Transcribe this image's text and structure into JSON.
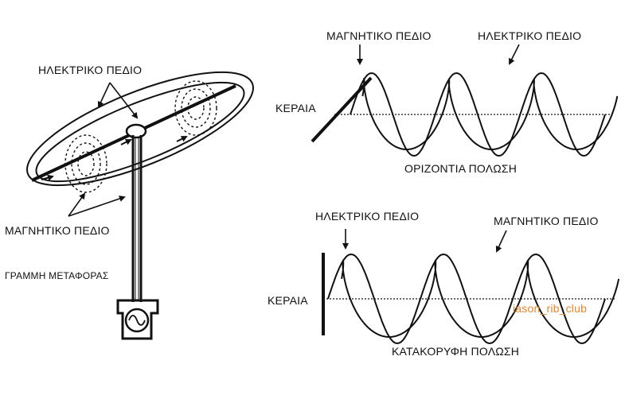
{
  "left_diagram": {
    "electric_field_label": "ΗΛΕΚΤΡΙΚΟ ΠΕΔΙΟ",
    "magnetic_field_label": "ΜΑΓΝΗΤΙΚΟ ΠΕΔΙΟ",
    "transmission_line_label": "ΓΡΑΜΜΗ ΜΕΤΑΦΟΡΑΣ"
  },
  "horizontal_polarization": {
    "magnetic_field_label": "ΜΑΓΝΗΤΙΚΟ ΠΕΔΙΟ",
    "electric_field_label": "ΗΛΕΚΤΡΙΚΟ ΠΕΔΙΟ",
    "antenna_label": "ΚΕΡΑΙΑ",
    "caption": "ΟΡΙΖΟΝΤΙΑ ΠΟΛΩΣΗ"
  },
  "vertical_polarization": {
    "electric_field_label": "ΗΛΕΚΤΡΙΚΟ ΠΕΔΙΟ",
    "magnetic_field_label": "ΜΑΓΝΗΤΙΚΟ ΠΕΔΙΟ",
    "antenna_label": "ΚΕΡΑΙΑ",
    "caption": "ΚΑΤΑΚΟΡΥΦΗ ΠΟΛΩΣΗ"
  },
  "watermark": "iason_rib_club",
  "colors": {
    "line": "#111111",
    "watermark": "#e8852a",
    "background": "#ffffff"
  }
}
